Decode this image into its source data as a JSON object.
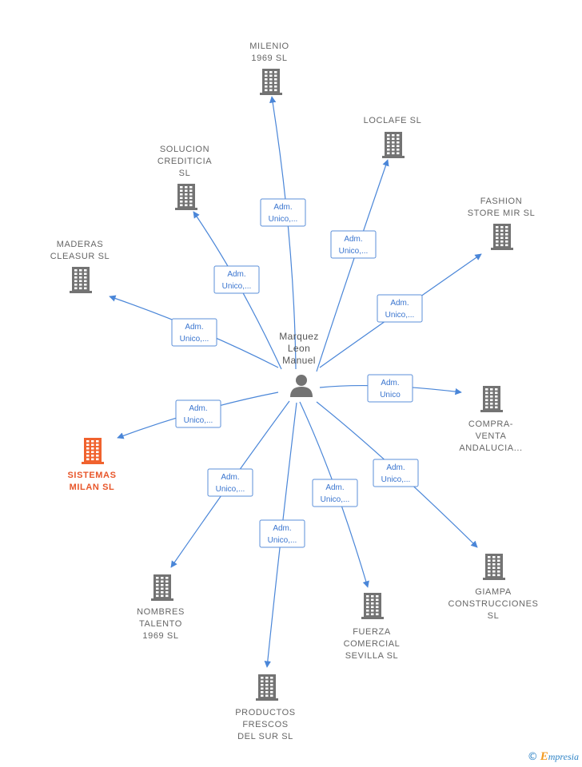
{
  "center": {
    "label": [
      "Marquez",
      "Leon",
      "Manuel"
    ],
    "icon": "person-icon"
  },
  "colors": {
    "edge": "#4a86d8",
    "building": "#737373",
    "highlight": "#f0622e"
  },
  "companies": [
    {
      "id": "milenio",
      "label": [
        "MILENIO",
        "1969  SL"
      ],
      "edge": [
        "Adm.",
        "Unico,..."
      ],
      "highlight": false
    },
    {
      "id": "loclafe",
      "label": [
        "LOCLAFE  SL"
      ],
      "edge": [
        "Adm.",
        "Unico,..."
      ],
      "highlight": false
    },
    {
      "id": "solucion",
      "label": [
        "SOLUCION",
        "CREDITICIA",
        "SL"
      ],
      "edge": [
        "Adm.",
        "Unico,..."
      ],
      "highlight": false
    },
    {
      "id": "fashion",
      "label": [
        "FASHION",
        "STORE MIR  SL"
      ],
      "edge": [
        "Adm.",
        "Unico,..."
      ],
      "highlight": false
    },
    {
      "id": "maderas",
      "label": [
        "MADERAS",
        "CLEASUR  SL"
      ],
      "edge": [
        "Adm.",
        "Unico,..."
      ],
      "highlight": false
    },
    {
      "id": "compraventa",
      "label": [
        "COMPRA-",
        "VENTA",
        "ANDALUCIA..."
      ],
      "edge": [
        "Adm.",
        "Unico"
      ],
      "highlight": false
    },
    {
      "id": "sistemas",
      "label": [
        "SISTEMAS",
        "MILAN  SL"
      ],
      "edge": [
        "Adm.",
        "Unico,..."
      ],
      "highlight": true
    },
    {
      "id": "giampa",
      "label": [
        "GIAMPA",
        "CONSTRUCCIONES",
        "SL"
      ],
      "edge": [
        "Adm.",
        "Unico,..."
      ],
      "highlight": false
    },
    {
      "id": "nombres",
      "label": [
        "NOMBRES",
        "TALENTO",
        "1969  SL"
      ],
      "edge": [
        "Adm.",
        "Unico,..."
      ],
      "highlight": false
    },
    {
      "id": "fuerza",
      "label": [
        "FUERZA",
        "COMERCIAL",
        "SEVILLA  SL"
      ],
      "edge": [
        "Adm.",
        "Unico,..."
      ],
      "highlight": false
    },
    {
      "id": "productos",
      "label": [
        "PRODUCTOS",
        "FRESCOS",
        "DEL SUR  SL"
      ],
      "edge": [
        "Adm.",
        "Unico,..."
      ],
      "highlight": false
    }
  ],
  "footer": {
    "copyright": "©",
    "brand_initial": "E",
    "brand_rest": "mpresia"
  }
}
